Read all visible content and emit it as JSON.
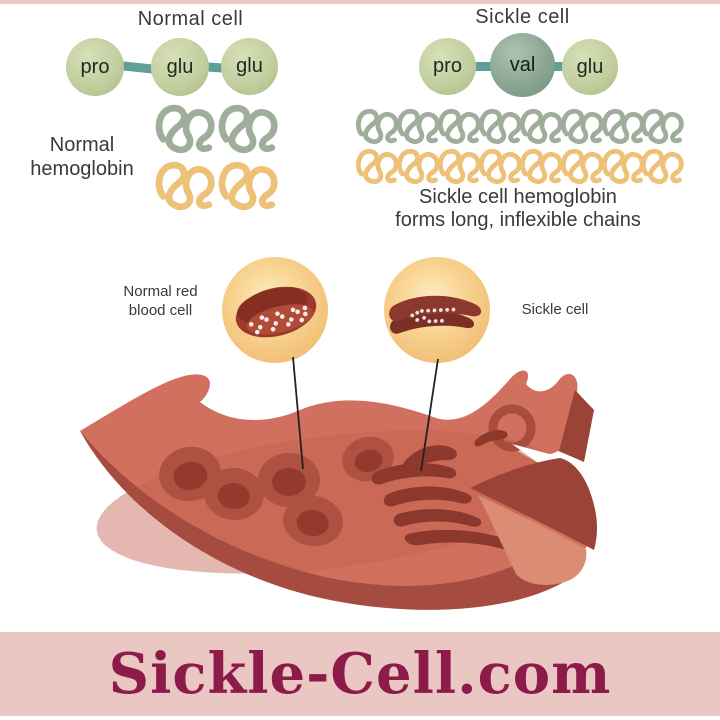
{
  "palette": {
    "background": "#ffffff",
    "banner_pink": "#eac7c3",
    "banner_text_maroon": "#8c1b4a",
    "label_text": "#3a3a3a",
    "amino_light_green": "#c3cf9f",
    "amino_dark_teal_green": "#89a693",
    "connector_teal": "#5f9e99",
    "hemoglobin_green": "#9fae9b",
    "hemoglobin_orange": "#eec178",
    "callout_circle_orange": "#f5c983",
    "vessel_inner_salmon": "#d1705e",
    "vessel_wall_dark": "#a54b3f",
    "red_cell": "#ae5042",
    "sickle_cell_dark": "#8d382c",
    "pointer_line": "#222222"
  },
  "normal_cell": {
    "title": "Normal cell",
    "amino_acids": [
      "pro",
      "glu",
      "glu"
    ]
  },
  "sickle_cell": {
    "title": "Sickle cell",
    "amino_acids": [
      "pro",
      "val",
      "glu"
    ],
    "mutated_acid": "val"
  },
  "normal_hemoglobin": {
    "label_line1": "Normal",
    "label_line2": "hemoglobin",
    "green_tangle_count": 2,
    "orange_tangle_count": 2
  },
  "sickle_hemoglobin": {
    "caption_line1": "Sickle cell hemoglobin",
    "caption_line2": "forms long, inflexible chains",
    "green_tangle_count": 8,
    "orange_tangle_count": 8
  },
  "callouts": {
    "normal_label_line1": "Normal red",
    "normal_label_line2": "blood cell",
    "sickle_label": "Sickle cell"
  },
  "footer": {
    "site_name": "Sickle-Cell.com"
  }
}
